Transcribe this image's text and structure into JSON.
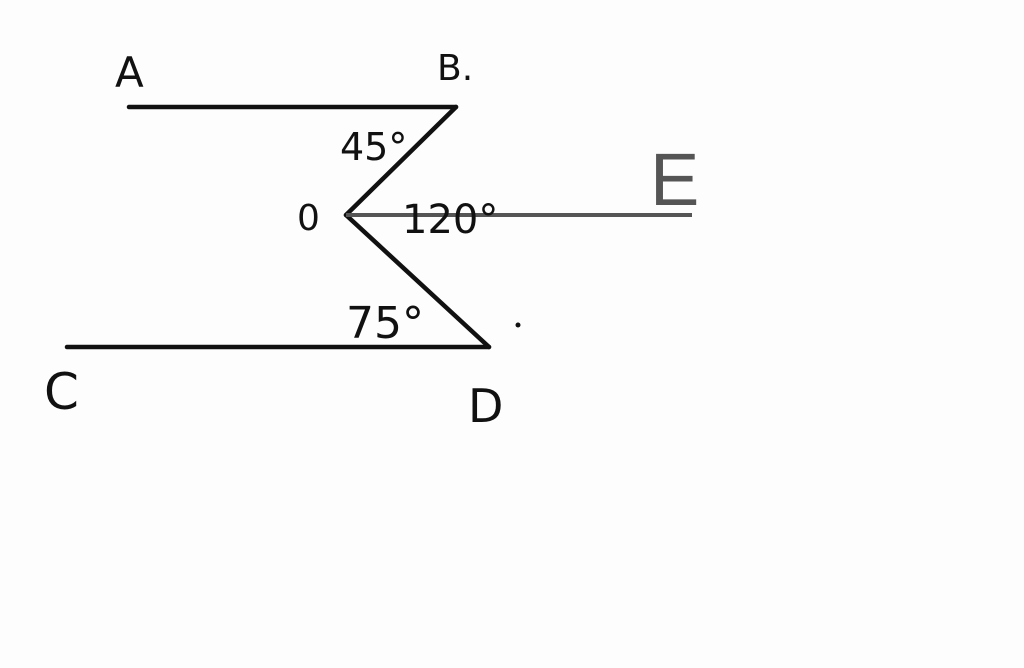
{
  "points": {
    "a": "A",
    "b": "B.",
    "c": "C",
    "d": "D",
    "o": "0",
    "e": "E"
  },
  "angles": {
    "abo": "45°",
    "boe": "120°",
    "cdo": "75°"
  },
  "colors": {
    "ink": "#111111",
    "ray": "#555555",
    "background": "#fdfdfd"
  }
}
